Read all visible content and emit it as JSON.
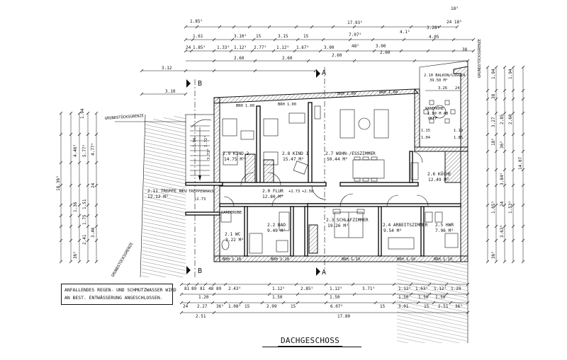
{
  "title": "DACHGESCHOSS",
  "note": {
    "line1": "ANFALLENDES REGEN- UND SCHMUTZWASSER WIRD",
    "line2": "AN BEST. ENTWÄSSERUNG ANGESCHLOSSEN."
  },
  "labels": {
    "grundstuecksgrenze": "GRUNDSTÜCKSGRENZE",
    "wandhoehe": "WANDHÖHE",
    "wandhoehe_val": "1.80 M AB",
    "wandhoehe_okff": "OKFF",
    "garderobe": "GARDEROBE",
    "treppenhaus": "TREPPENHAUS",
    "level_stair": "+2.73",
    "level_flur1": "+2.73",
    "level_flur2": "+2.58",
    "window_brh": "BRH 1.10",
    "window_brh_short": "BRH 1.00"
  },
  "section_marks": {
    "a": "A",
    "b": "B"
  },
  "rooms": [
    {
      "id": "2-9",
      "line1": "2.9 KIND 2",
      "line2": "14.75 M²"
    },
    {
      "id": "2-8",
      "line1": "2.8 KIND 1",
      "line2": "15.47 M²"
    },
    {
      "id": "2-7",
      "line1": "2.7 WOHN-/ESSZIMMER",
      "line2": "50.44 M²"
    },
    {
      "id": "2-6",
      "line1": "2.6 KÜCHE",
      "line2": "12.49 M²"
    },
    {
      "id": "2-0",
      "line1": "2.0 FLUR",
      "line2": "12.80 M²"
    },
    {
      "id": "2-11",
      "line1": "2.11 TREPPE NEU",
      "line2": "12.12 M²"
    },
    {
      "id": "2-2",
      "line1": "2.2 BAD",
      "line2": "9.49 M²"
    },
    {
      "id": "2-1",
      "line1": "2.1 WC",
      "line2": "3.22 M²"
    },
    {
      "id": "2-3",
      "line1": "2.3 SCHLAFZIMMER",
      "line2": "19.26 M²"
    },
    {
      "id": "2-4",
      "line1": "2.4 ARBEITSZIMMER",
      "line2": "9.54 M²"
    },
    {
      "id": "2-5",
      "line1": "2.5 HWR",
      "line2": "7.96 M²"
    },
    {
      "id": "2-10",
      "line1": "2.10 BALKON/LOGGIA",
      "line2": "39.50 M²"
    }
  ],
  "dims_top": {
    "row1": [
      "1.85⁵",
      "17.93⁵",
      "18⁵"
    ],
    "row2": [
      "1.61",
      "3.10⁵",
      "15",
      "3.15",
      "15",
      "7.07⁵",
      "4.1⁵",
      "3.28⁵",
      "24 18⁵"
    ],
    "row3": [
      "24",
      "1.85⁵",
      "1.33⁵",
      "1.12⁵",
      "2.77⁵",
      "1.12⁵",
      "1.67⁵",
      "3.00",
      "48⁵",
      "3.00",
      "4.05",
      "38"
    ],
    "row4": [
      "2.60",
      "2.60",
      "2.60",
      "2.60"
    ],
    "row5": [
      "3.12",
      "3.10"
    ]
  },
  "dims_bottom": {
    "row1": [
      "81",
      "89",
      "81",
      "48",
      "89",
      "2.43⁵",
      "1.12⁵",
      "2.85⁵",
      "1.12⁵",
      "3.71⁵",
      "1.12⁵",
      "1.63⁵",
      "1.12⁵",
      "1.29"
    ],
    "row2": [
      "1.20",
      "1.50",
      "1.50",
      "1.50",
      "1.50",
      "1.50"
    ],
    "row3": [
      "24",
      "2.27",
      "36⁵",
      "1.08⁵",
      "15",
      "2.99",
      "15",
      "6.07⁵",
      "15",
      "3.01",
      "15",
      "2.51",
      "36⁵"
    ],
    "row4": [
      "2.51",
      "17.80"
    ]
  },
  "dims_left": [
    "1.94",
    "4.46⁵",
    "5.77⁵",
    "4.77⁵",
    "18.36⁵",
    "1.51",
    "1.36",
    "1.75",
    "2.41",
    "36⁵",
    "24",
    "3.46"
  ],
  "dims_right": [
    "1.94",
    "38",
    "3.27",
    "2.85",
    "2.60",
    "18⁵",
    "1.94",
    "14.07",
    "36⁵",
    "3.84⁵",
    "1.65⁵",
    "1.53⁵",
    "24",
    "3.63⁵",
    "36⁵"
  ],
  "dims_interior": [
    "3.26",
    "24",
    "1.19",
    "1.15",
    "1.04",
    "1.85",
    "3.72⁵",
    "1.04",
    "1.72⁵"
  ]
}
